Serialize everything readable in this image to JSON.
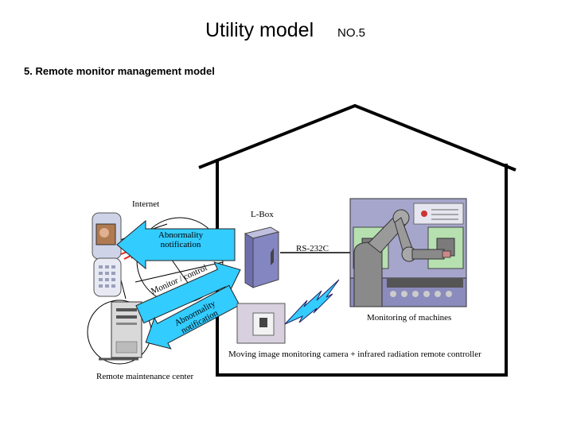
{
  "header": {
    "title": "Utility model",
    "number": "NO.5",
    "subtitle": "5. Remote monitor management model"
  },
  "diagram": {
    "internet_label": "Internet",
    "lbox_label": "L-Box",
    "rs232c_label": "RS-232C",
    "machines_label": "Monitoring of machines",
    "camera_label": "Moving image monitoring camera + infrared radiation remote controller",
    "center_label": "Remote maintenance center",
    "arrow_notify_phone_line1": "Abnormality",
    "arrow_notify_phone_line2": "notification",
    "arrow_monitor_label": "Monitor / control",
    "arrow_notify_center_line1": "Abnormality",
    "arrow_notify_center_line2": "notification"
  },
  "colors": {
    "arrow_fill": "#33ccff",
    "lightning_fill": "#33ccff",
    "house_stroke": "#000000",
    "machine_frame": "#8e8ebf",
    "lbox_purple": "#6f6fb0"
  }
}
